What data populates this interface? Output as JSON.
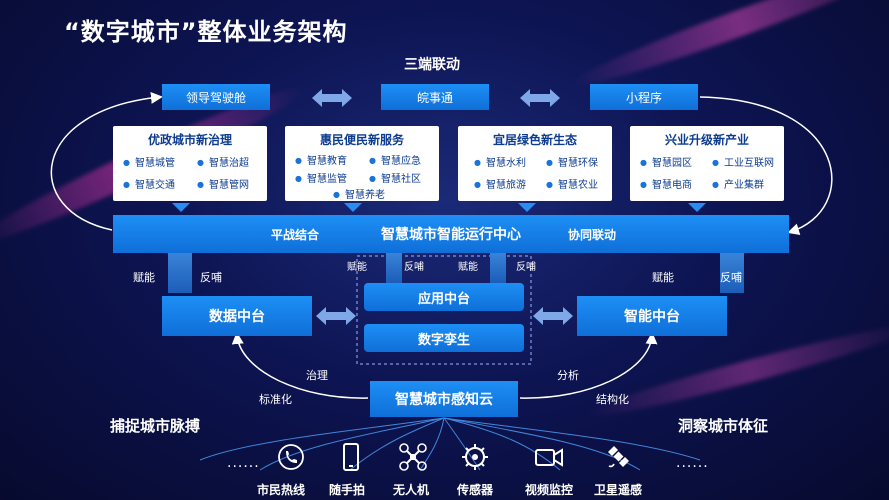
{
  "title": "“数字城市”整体业务架构",
  "top_label": "三端联动",
  "ends": [
    "领导驾驶舱",
    "皖事通",
    "小程序"
  ],
  "cards": [
    {
      "title": "优政城市新治理",
      "items": [
        "智慧城管",
        "智慧治超",
        "智慧交通",
        "智慧管网"
      ]
    },
    {
      "title": "惠民便民新服务",
      "items": [
        "智慧教育",
        "智慧应急",
        "智慧监管",
        "智慧社区",
        "智慧养老"
      ]
    },
    {
      "title": "宜居绿色新生态",
      "items": [
        "智慧水利",
        "智慧环保",
        "智慧旅游",
        "智慧农业"
      ]
    },
    {
      "title": "兴业升级新产业",
      "items": [
        "智慧园区",
        "工业互联网",
        "智慧电商",
        "产业集群"
      ]
    }
  ],
  "center_bar": {
    "left": "平战结合",
    "main": "智慧城市智能运行中心",
    "right": "协同联动"
  },
  "flow_labels": {
    "empower": "赋能",
    "feedback": "反哺"
  },
  "platforms": {
    "data": "数据中台",
    "app": "应用中台",
    "twin": "数字孪生",
    "ai": "智能中台",
    "cloud": "智慧城市感知云"
  },
  "edge_labels": {
    "govern": "治理",
    "standardize": "标准化",
    "analyze": "分析",
    "structure": "结构化"
  },
  "side_labels": {
    "left": "捕捉城市脉搏",
    "right": "洞察城市体征"
  },
  "sensors": [
    {
      "label": "市民热线",
      "icon": "phone-icon"
    },
    {
      "label": "随手拍",
      "icon": "smartphone-icon"
    },
    {
      "label": "无人机",
      "icon": "drone-icon"
    },
    {
      "label": "传感器",
      "icon": "sensor-icon"
    },
    {
      "label": "视频监控",
      "icon": "video-camera-icon"
    },
    {
      "label": "卫星遥感",
      "icon": "satellite-icon"
    }
  ],
  "ellipsis": "......",
  "colors": {
    "box_blue": "#1580ee",
    "dark_bg": "#0b0f3a",
    "card_text": "#0d3c8f"
  }
}
